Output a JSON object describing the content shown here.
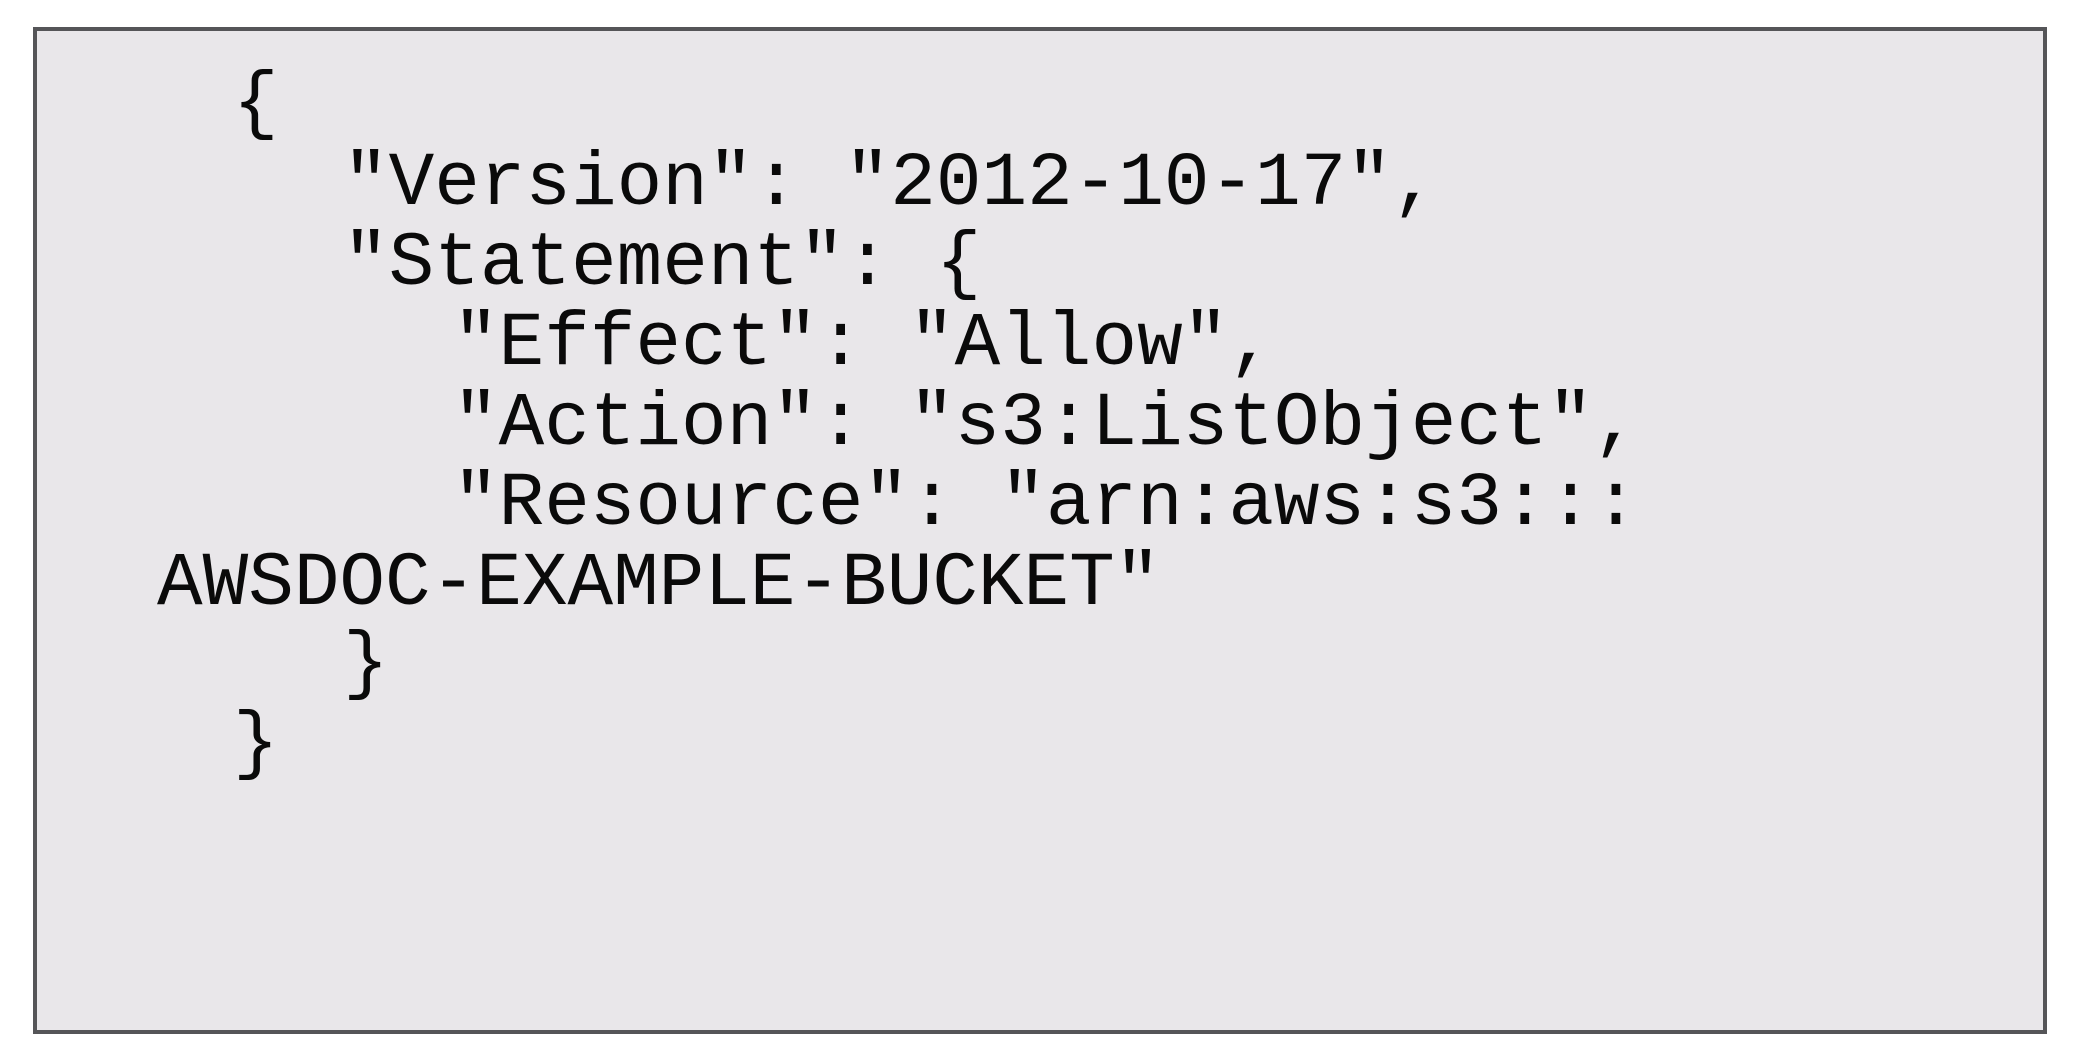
{
  "panel": {
    "kind": "code-block",
    "language": "json",
    "background_color": "#e9e7ea",
    "border_color": "#555558",
    "text_color": "#0a0a0a",
    "page_background_color": "#ffffff"
  },
  "code": {
    "raw": "{\n   \"Version\": \"2012-10-17\",\n   \"Statement\": {\n      \"Effect\": \"Allow\",\n      \"Action\": \"s3:ListObject\",\n      \"Resource\": \"arn:aws:s3:::AWSDOC-EXAMPLE-BUCKET\"\n   }\n}",
    "lines": [
      {
        "text": "{",
        "indent": 0,
        "wrapped": false
      },
      {
        "text": "\"Version\": \"2012-10-17\",",
        "indent": 1,
        "wrapped": false
      },
      {
        "text": "\"Statement\": {",
        "indent": 1,
        "wrapped": false
      },
      {
        "text": "\"Effect\": \"Allow\",",
        "indent": 2,
        "wrapped": false
      },
      {
        "text": "\"Action\": \"s3:ListObject\",",
        "indent": 2,
        "wrapped": false
      },
      {
        "text": "\"Resource\": \"arn:aws:s3:::",
        "indent": 2,
        "wrapped": false
      },
      {
        "text": "AWSDOC-EXAMPLE-BUCKET\"",
        "indent": 0,
        "wrapped": true
      },
      {
        "text": "}",
        "indent": 1,
        "wrapped": false
      },
      {
        "text": "}",
        "indent": 0,
        "wrapped": false
      }
    ]
  },
  "policy": {
    "Version": "2012-10-17",
    "Statement": {
      "Effect": "Allow",
      "Action": "s3:ListObject",
      "Resource": "arn:aws:s3:::AWSDOC-EXAMPLE-BUCKET"
    }
  }
}
